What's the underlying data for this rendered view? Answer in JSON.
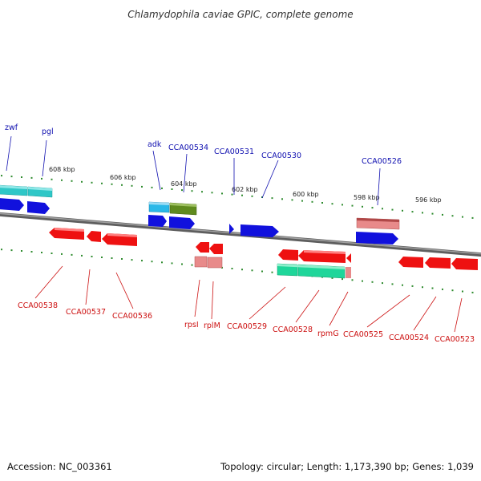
{
  "title": "Chlamydophila caviae GPIC, complete genome",
  "footer": {
    "accession": "Accession: NC_003361",
    "summary": "Topology: circular; Length: 1,173,390 bp; Genes: 1,039"
  },
  "colors": {
    "backbone": "#7a7a7a",
    "tick": "#2e8b2e",
    "label_top": "#1010b0",
    "label_bottom": "#cc1010",
    "cyan": "#2fc7c7",
    "blue": "#1111dd",
    "red": "#ee1111",
    "pink": "#e88a8a",
    "green": "#5f8a1e",
    "lightblue": "#2ab8e8",
    "seagreen": "#1fd69a"
  },
  "kbp_labels": [
    "608 kbp",
    "606 kbp",
    "604 kbp",
    "602 kbp",
    "600 kbp",
    "598 kbp",
    "596 kbp"
  ],
  "top_labels": [
    "zwf",
    "pgl",
    "adk",
    "CCA00534",
    "CCA00531",
    "CCA00530",
    "CCA00526"
  ],
  "bottom_labels": [
    "CCA00538",
    "CCA00537",
    "CCA00536",
    "rpsI",
    "rplM",
    "CCA00529",
    "CCA00528",
    "rpmG",
    "CCA00525",
    "CCA00524",
    "CCA00523"
  ]
}
